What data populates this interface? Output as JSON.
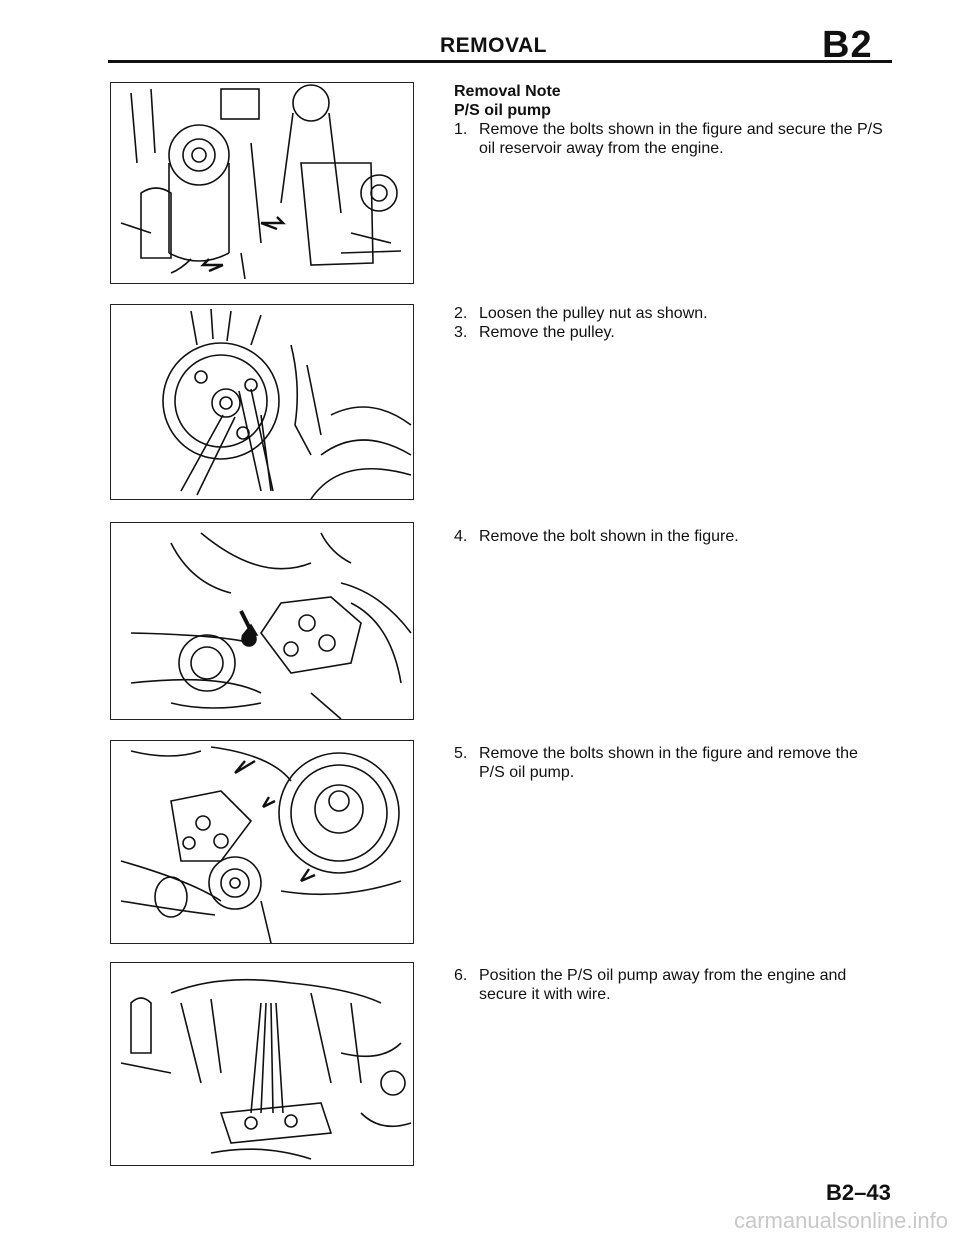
{
  "header": {
    "title": "REMOVAL",
    "code": "B2"
  },
  "note": {
    "title": "Removal Note",
    "subtitle": "P/S oil pump"
  },
  "steps": [
    {
      "num": "1.",
      "lines": [
        "Remove the bolts shown in the figure and secure the P/S",
        "oil reservoir away from the engine."
      ]
    },
    {
      "num": "2.",
      "lines": [
        "Loosen the pulley nut as shown."
      ]
    },
    {
      "num": "3.",
      "lines": [
        "Remove the pulley."
      ]
    },
    {
      "num": "4.",
      "lines": [
        "Remove the bolt shown in the figure."
      ]
    },
    {
      "num": "5.",
      "lines": [
        "Remove the bolts shown in the figure and remove the",
        "P/S oil pump."
      ]
    },
    {
      "num": "6.",
      "lines": [
        "Position the P/S oil pump away from the engine and",
        "secure it with wire."
      ]
    }
  ],
  "figures": [
    {
      "name": "figure-reservoir-bolts-icon"
    },
    {
      "name": "figure-pulley-nut-icon"
    },
    {
      "name": "figure-pump-bolt-icon"
    },
    {
      "name": "figure-pump-removal-icon"
    },
    {
      "name": "figure-pump-wired-icon"
    }
  ],
  "footer": {
    "page_number": "B2–43",
    "watermark": "carmanualsonline.info"
  }
}
